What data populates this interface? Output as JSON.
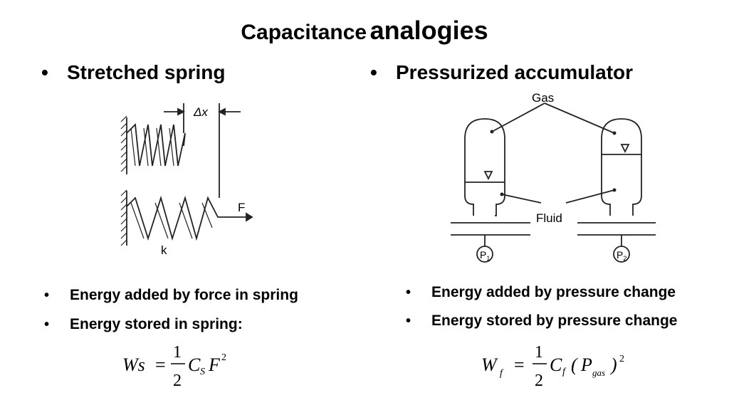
{
  "slide": {
    "title_part1": "Capacitance",
    "title_part2": "analogies"
  },
  "left": {
    "heading": "Stretched spring",
    "bullets": [
      "Energy added by force in spring",
      "Energy stored in spring:"
    ],
    "figure": {
      "delta_label": "Δx",
      "force_label": "F",
      "spring_label": "k"
    },
    "equation": {
      "lhs": "Ws",
      "eq": "=",
      "num": "1",
      "den": "2",
      "c": "C",
      "c_sub": "S",
      "var": "F",
      "exp": "2"
    }
  },
  "right": {
    "heading": "Pressurized accumulator",
    "bullets": [
      "Energy added by pressure change",
      "Energy stored by pressure change"
    ],
    "figure": {
      "gas_label": "Gas",
      "fluid_label": "Fluid",
      "p1_main": "P",
      "p1_sub": "1",
      "p2_main": "P",
      "p2_sub": "2"
    },
    "equation": {
      "lhs": "W",
      "lhs_sub": "f",
      "eq": "=",
      "num": "1",
      "den": "2",
      "c": "C",
      "c_sub": "f",
      "lparen": "(",
      "var": "P",
      "var_sub": "gas",
      "rparen": ")",
      "exp": "2"
    }
  },
  "bullet_glyph": "•"
}
